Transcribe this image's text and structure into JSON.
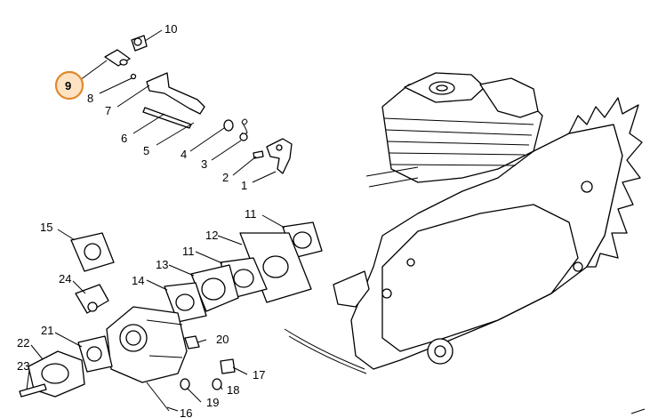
{
  "callouts": [
    {
      "id": "c10",
      "label": "10"
    },
    {
      "id": "c9",
      "label": "9",
      "highlighted": true
    },
    {
      "id": "c8",
      "label": "8"
    },
    {
      "id": "c7",
      "label": "7"
    },
    {
      "id": "c6",
      "label": "6"
    },
    {
      "id": "c5",
      "label": "5"
    },
    {
      "id": "c4",
      "label": "4"
    },
    {
      "id": "c3",
      "label": "3"
    },
    {
      "id": "c2",
      "label": "2"
    },
    {
      "id": "c1",
      "label": "1"
    },
    {
      "id": "c11a",
      "label": "11"
    },
    {
      "id": "c12",
      "label": "12"
    },
    {
      "id": "c11b",
      "label": "11"
    },
    {
      "id": "c15",
      "label": "15"
    },
    {
      "id": "c13",
      "label": "13"
    },
    {
      "id": "c14",
      "label": "14"
    },
    {
      "id": "c24",
      "label": "24"
    },
    {
      "id": "c21",
      "label": "21"
    },
    {
      "id": "c22",
      "label": "22"
    },
    {
      "id": "c20",
      "label": "20"
    },
    {
      "id": "c23",
      "label": "23"
    },
    {
      "id": "c17",
      "label": "17"
    },
    {
      "id": "c18",
      "label": "18"
    },
    {
      "id": "c19",
      "label": "19"
    },
    {
      "id": "c16",
      "label": "16"
    }
  ],
  "highlight_color": "#e08a2a"
}
